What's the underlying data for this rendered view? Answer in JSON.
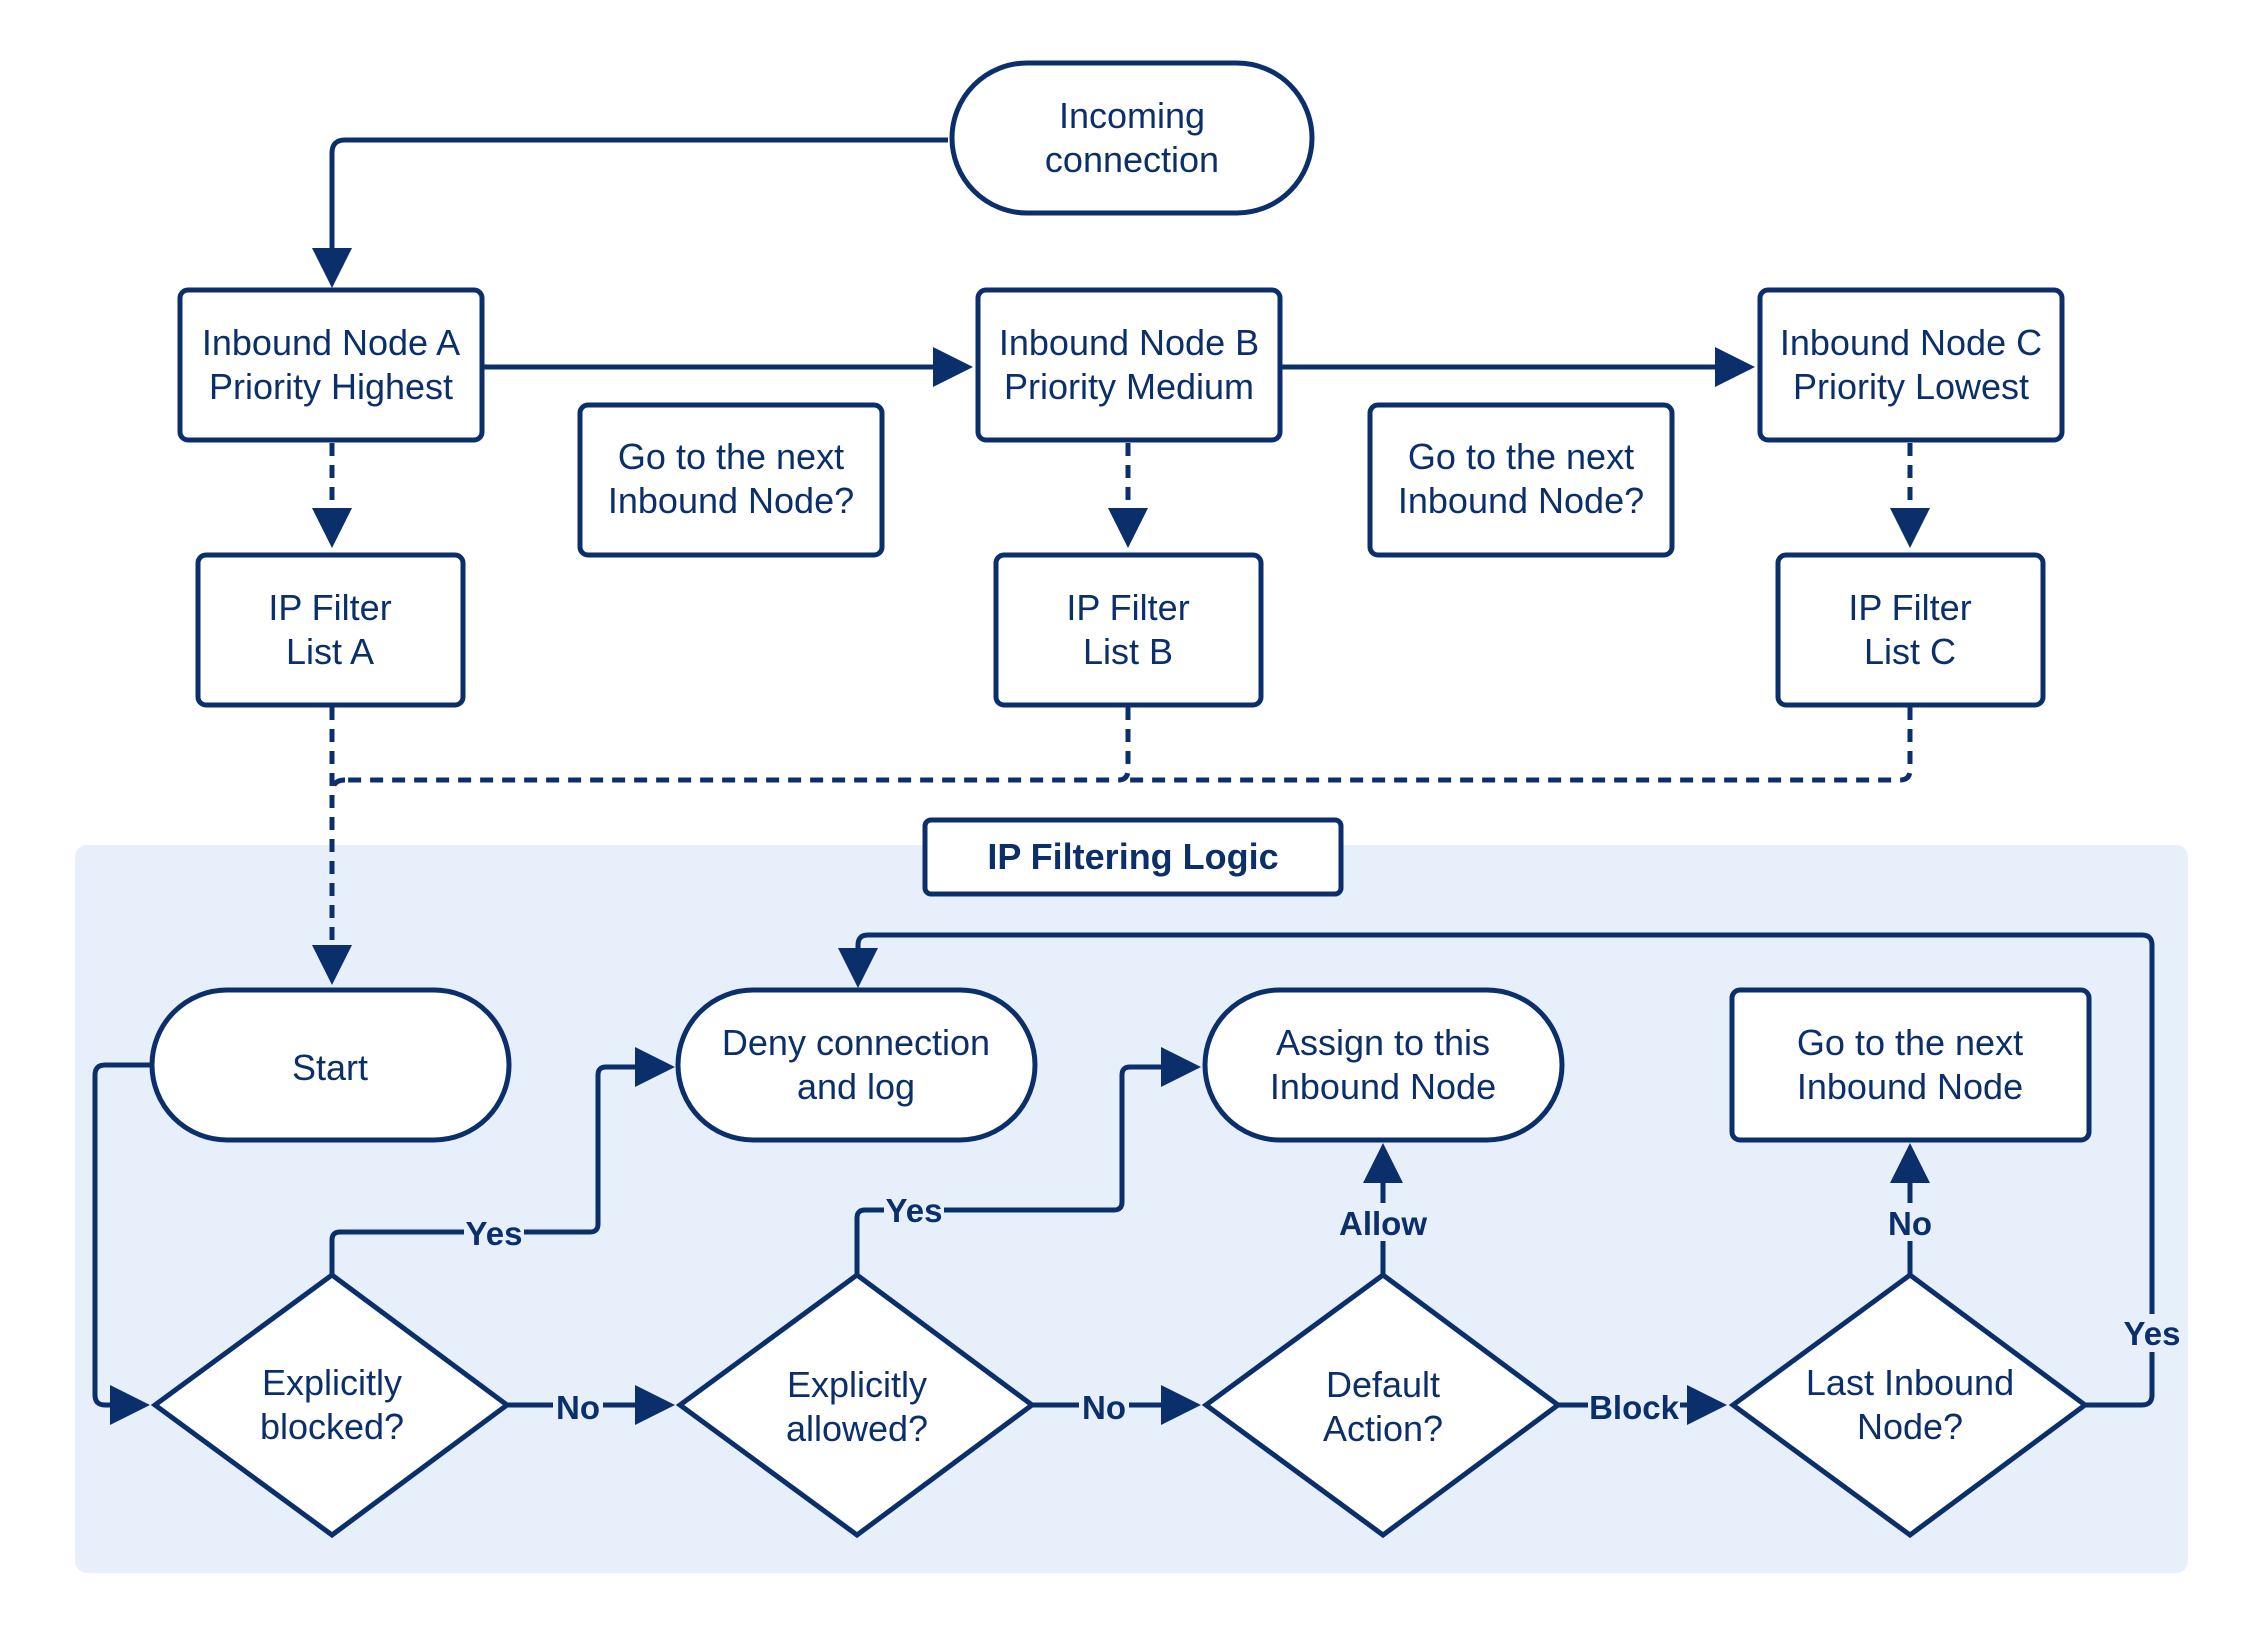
{
  "colors": {
    "stroke": "#0b2f6b",
    "panel": "#e6effa",
    "fill": "#ffffff"
  },
  "nodes": {
    "incoming": [
      "Incoming",
      "connection"
    ],
    "node_a": [
      "Inbound Node A",
      "Priority Highest"
    ],
    "node_b": [
      "Inbound Node B",
      "Priority Medium"
    ],
    "node_c": [
      "Inbound Node C",
      "Priority Lowest"
    ],
    "next_q_1": [
      "Go to the next",
      "Inbound Node?"
    ],
    "next_q_2": [
      "Go to the next",
      "Inbound Node?"
    ],
    "list_a": [
      "IP Filter",
      "List A"
    ],
    "list_b": [
      "IP Filter",
      "List B"
    ],
    "list_c": [
      "IP Filter",
      "List C"
    ],
    "panel_title": "IP Filtering Logic",
    "start": [
      "Start"
    ],
    "deny": [
      "Deny connection",
      "and log"
    ],
    "assign": [
      "Assign to this",
      "Inbound Node"
    ],
    "goto_next": [
      "Go to the next",
      "Inbound Node"
    ],
    "blocked_q": [
      "Explicitly",
      "blocked?"
    ],
    "allowed_q": [
      "Explicitly",
      "allowed?"
    ],
    "default_q": [
      "Default",
      "Action?"
    ],
    "last_q": [
      "Last Inbound",
      "Node?"
    ]
  },
  "edge_labels": {
    "blocked_yes": "Yes",
    "blocked_no": "No",
    "allowed_yes": "Yes",
    "allowed_no": "No",
    "default_allow": "Allow",
    "default_block": "Block",
    "last_no": "No",
    "last_yes": "Yes"
  }
}
